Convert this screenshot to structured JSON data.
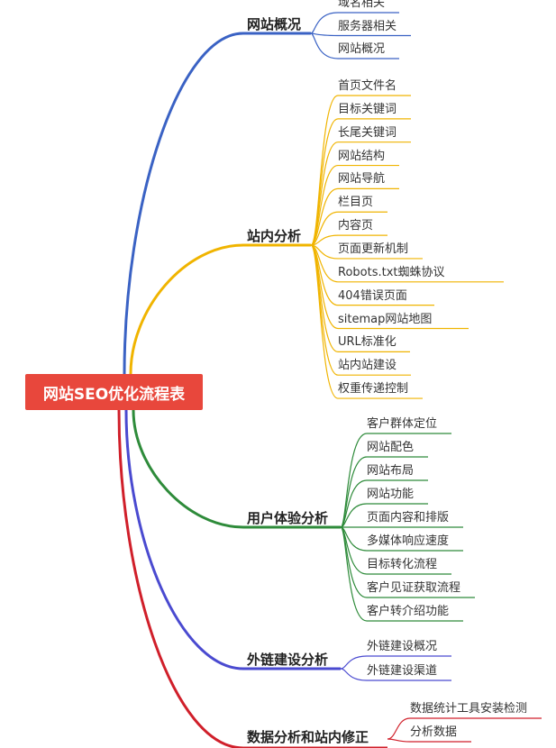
{
  "root": {
    "label": "网站SEO优化流程表",
    "color": "#e8473c"
  },
  "branches": [
    {
      "label": "网站概况",
      "color": "#3a62c4",
      "children": [
        "域名相关",
        "服务器相关",
        "网站概况"
      ]
    },
    {
      "label": "站内分析",
      "color": "#f0b400",
      "children": [
        "首页文件名",
        "目标关键词",
        "长尾关键词",
        "网站结构",
        "网站导航",
        "栏目页",
        "内容页",
        "页面更新机制",
        "Robots.txt蜘蛛协议",
        "404错误页面",
        "sitemap网站地图",
        "URL标准化",
        "站内站建设",
        "权重传递控制"
      ]
    },
    {
      "label": "用户体验分析",
      "color": "#2e8b3a",
      "children": [
        "客户群体定位",
        "网站配色",
        "网站布局",
        "网站功能",
        "页面内容和排版",
        "多媒体响应速度",
        "目标转化流程",
        "客户见证获取流程",
        "客户转介绍功能"
      ]
    },
    {
      "label": "外链建设分析",
      "color": "#4a4ad0",
      "children": [
        "外链建设概况",
        "外链建设渠道"
      ]
    },
    {
      "label": "数据分析和站内修正",
      "color": "#d01f2a",
      "children": [
        "数据统计工具安装检测",
        "分析数据"
      ]
    }
  ]
}
